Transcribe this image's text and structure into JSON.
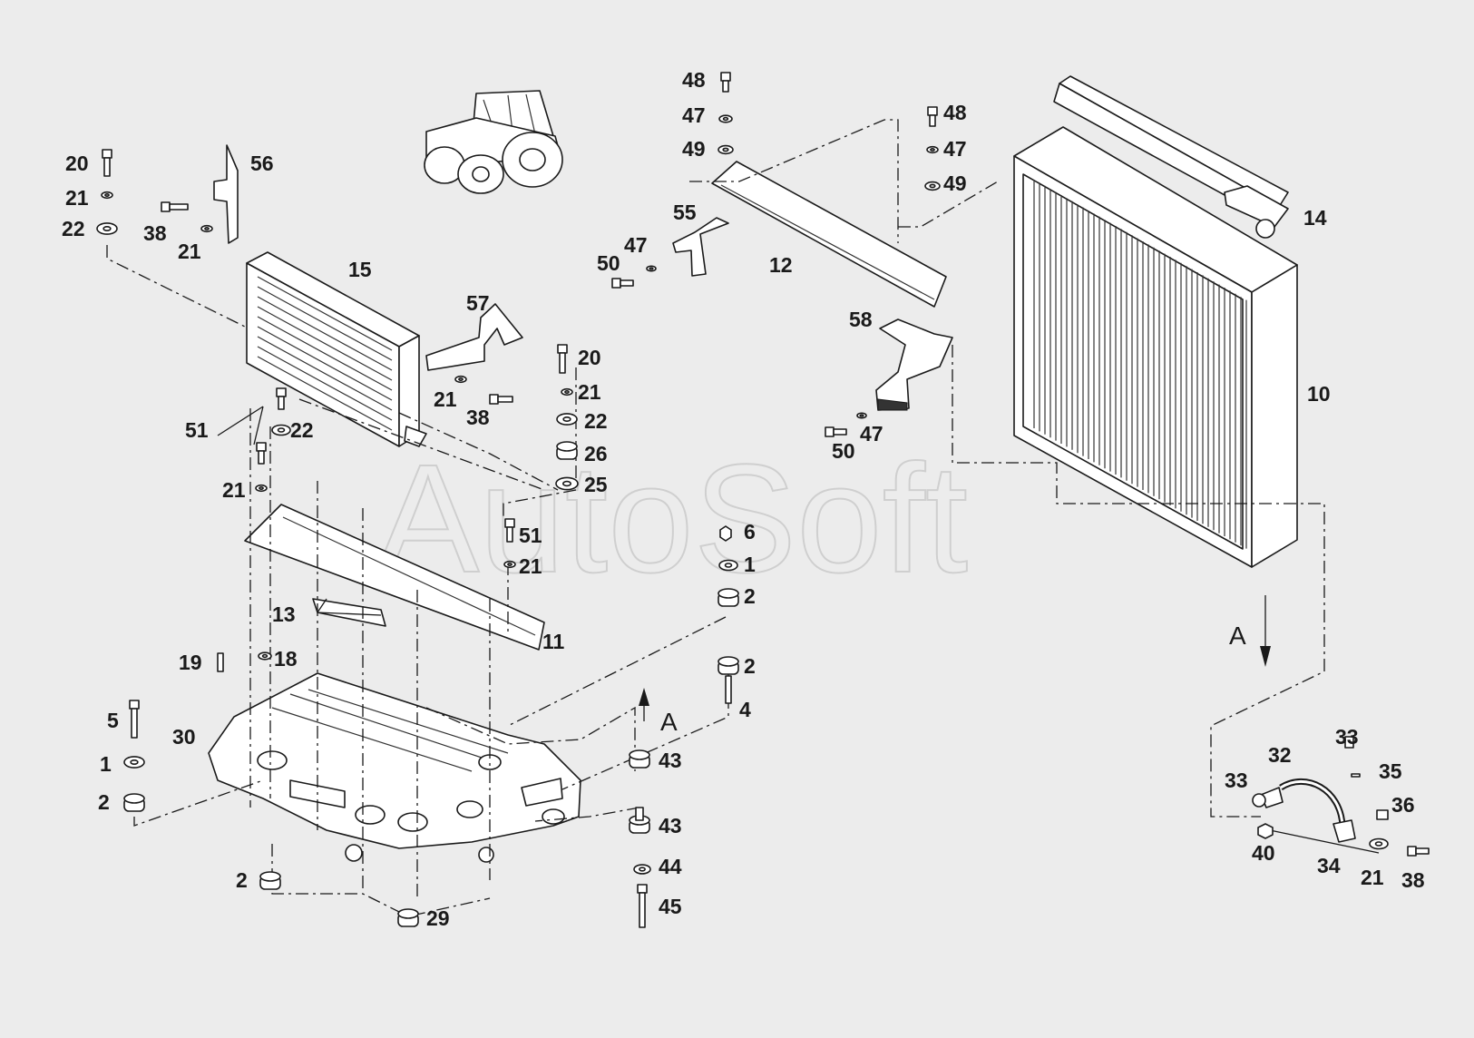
{
  "watermark": "AutoSoft",
  "arrow_labels": [
    "A",
    "A"
  ],
  "callouts": {
    "c20a": "20",
    "c21a": "21",
    "c22a": "22",
    "c38a": "38",
    "c21b": "21",
    "c56": "56",
    "c15": "15",
    "c57": "57",
    "c21c": "21",
    "c38b": "38",
    "c20b": "20",
    "c21d": "21",
    "c22b": "22",
    "c26": "26",
    "c25": "25",
    "c51a": "51",
    "c22c": "22",
    "c21e": "21",
    "c51b": "51",
    "c21f": "21",
    "c13": "13",
    "c11": "11",
    "c19": "19",
    "c18": "18",
    "c5": "5",
    "c30": "30",
    "c1a": "1",
    "c2a": "2",
    "c2b": "2",
    "c29": "29",
    "c6": "6",
    "c1b": "1",
    "c2c": "2",
    "c2d": "2",
    "c4": "4",
    "c43a": "43",
    "c43b": "43",
    "c44": "44",
    "c45": "45",
    "c48a": "48",
    "c47a": "47",
    "c49a": "49",
    "c55": "55",
    "c47b": "47",
    "c50a": "50",
    "c12": "12",
    "c48b": "48",
    "c47c": "47",
    "c49b": "49",
    "c58": "58",
    "c47d": "47",
    "c50b": "50",
    "c14": "14",
    "c10": "10",
    "c33a": "33",
    "c32": "32",
    "c33b": "33",
    "c35": "35",
    "c36": "36",
    "c40": "40",
    "c34": "34",
    "c21g": "21",
    "c38c": "38"
  }
}
